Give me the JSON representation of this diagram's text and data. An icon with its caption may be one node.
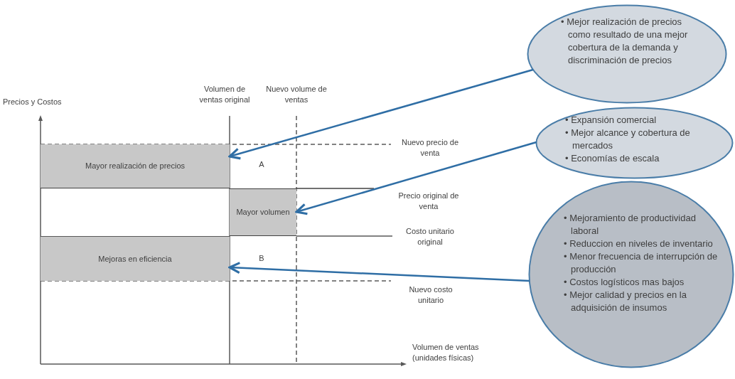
{
  "diagram": {
    "nodes": [
      {
        "text": [
          "Mayor realización de precios"
        ]
      },
      {
        "text": [
          "Mayor volumen"
        ]
      },
      {
        "text": [
          "Mejoras en eficiencia"
        ]
      },
      {
        "text": [
          "• Mejor realización de precios como resultado de una mejor cobertura de la demanda y discriminación de precios"
        ]
      },
      {
        "text": [
          "• Expansión comercial",
          "• Mejor alcance y cobertura de mercados",
          "• Economías de escala"
        ]
      },
      {
        "text": [
          "• Mejoramiento de productividad laboral",
          "• Reduccion en niveles de inventario",
          "• Menor frecuencia de interrupción de producción",
          "• Costos logísticos mas bajos",
          "• Mejor calidad y precios en la adquisición de insumos"
        ]
      }
    ],
    "edges": [
      {
        "from": 3,
        "to": 0,
        "arrow": "to"
      },
      {
        "from": 4,
        "to": 1,
        "arrow": "to"
      },
      {
        "from": 5,
        "to": 2,
        "arrow": "to"
      }
    ],
    "labels": [
      "Precios y Costos",
      "Volumen de ventas original",
      "Nuevo volume de ventas",
      "Nuevo precio de venta",
      "A",
      "Precio original de venta",
      "Costo unitario original",
      "B",
      "Nuevo costo unitario",
      "Volumen de ventas (unidades físicas)"
    ]
  }
}
